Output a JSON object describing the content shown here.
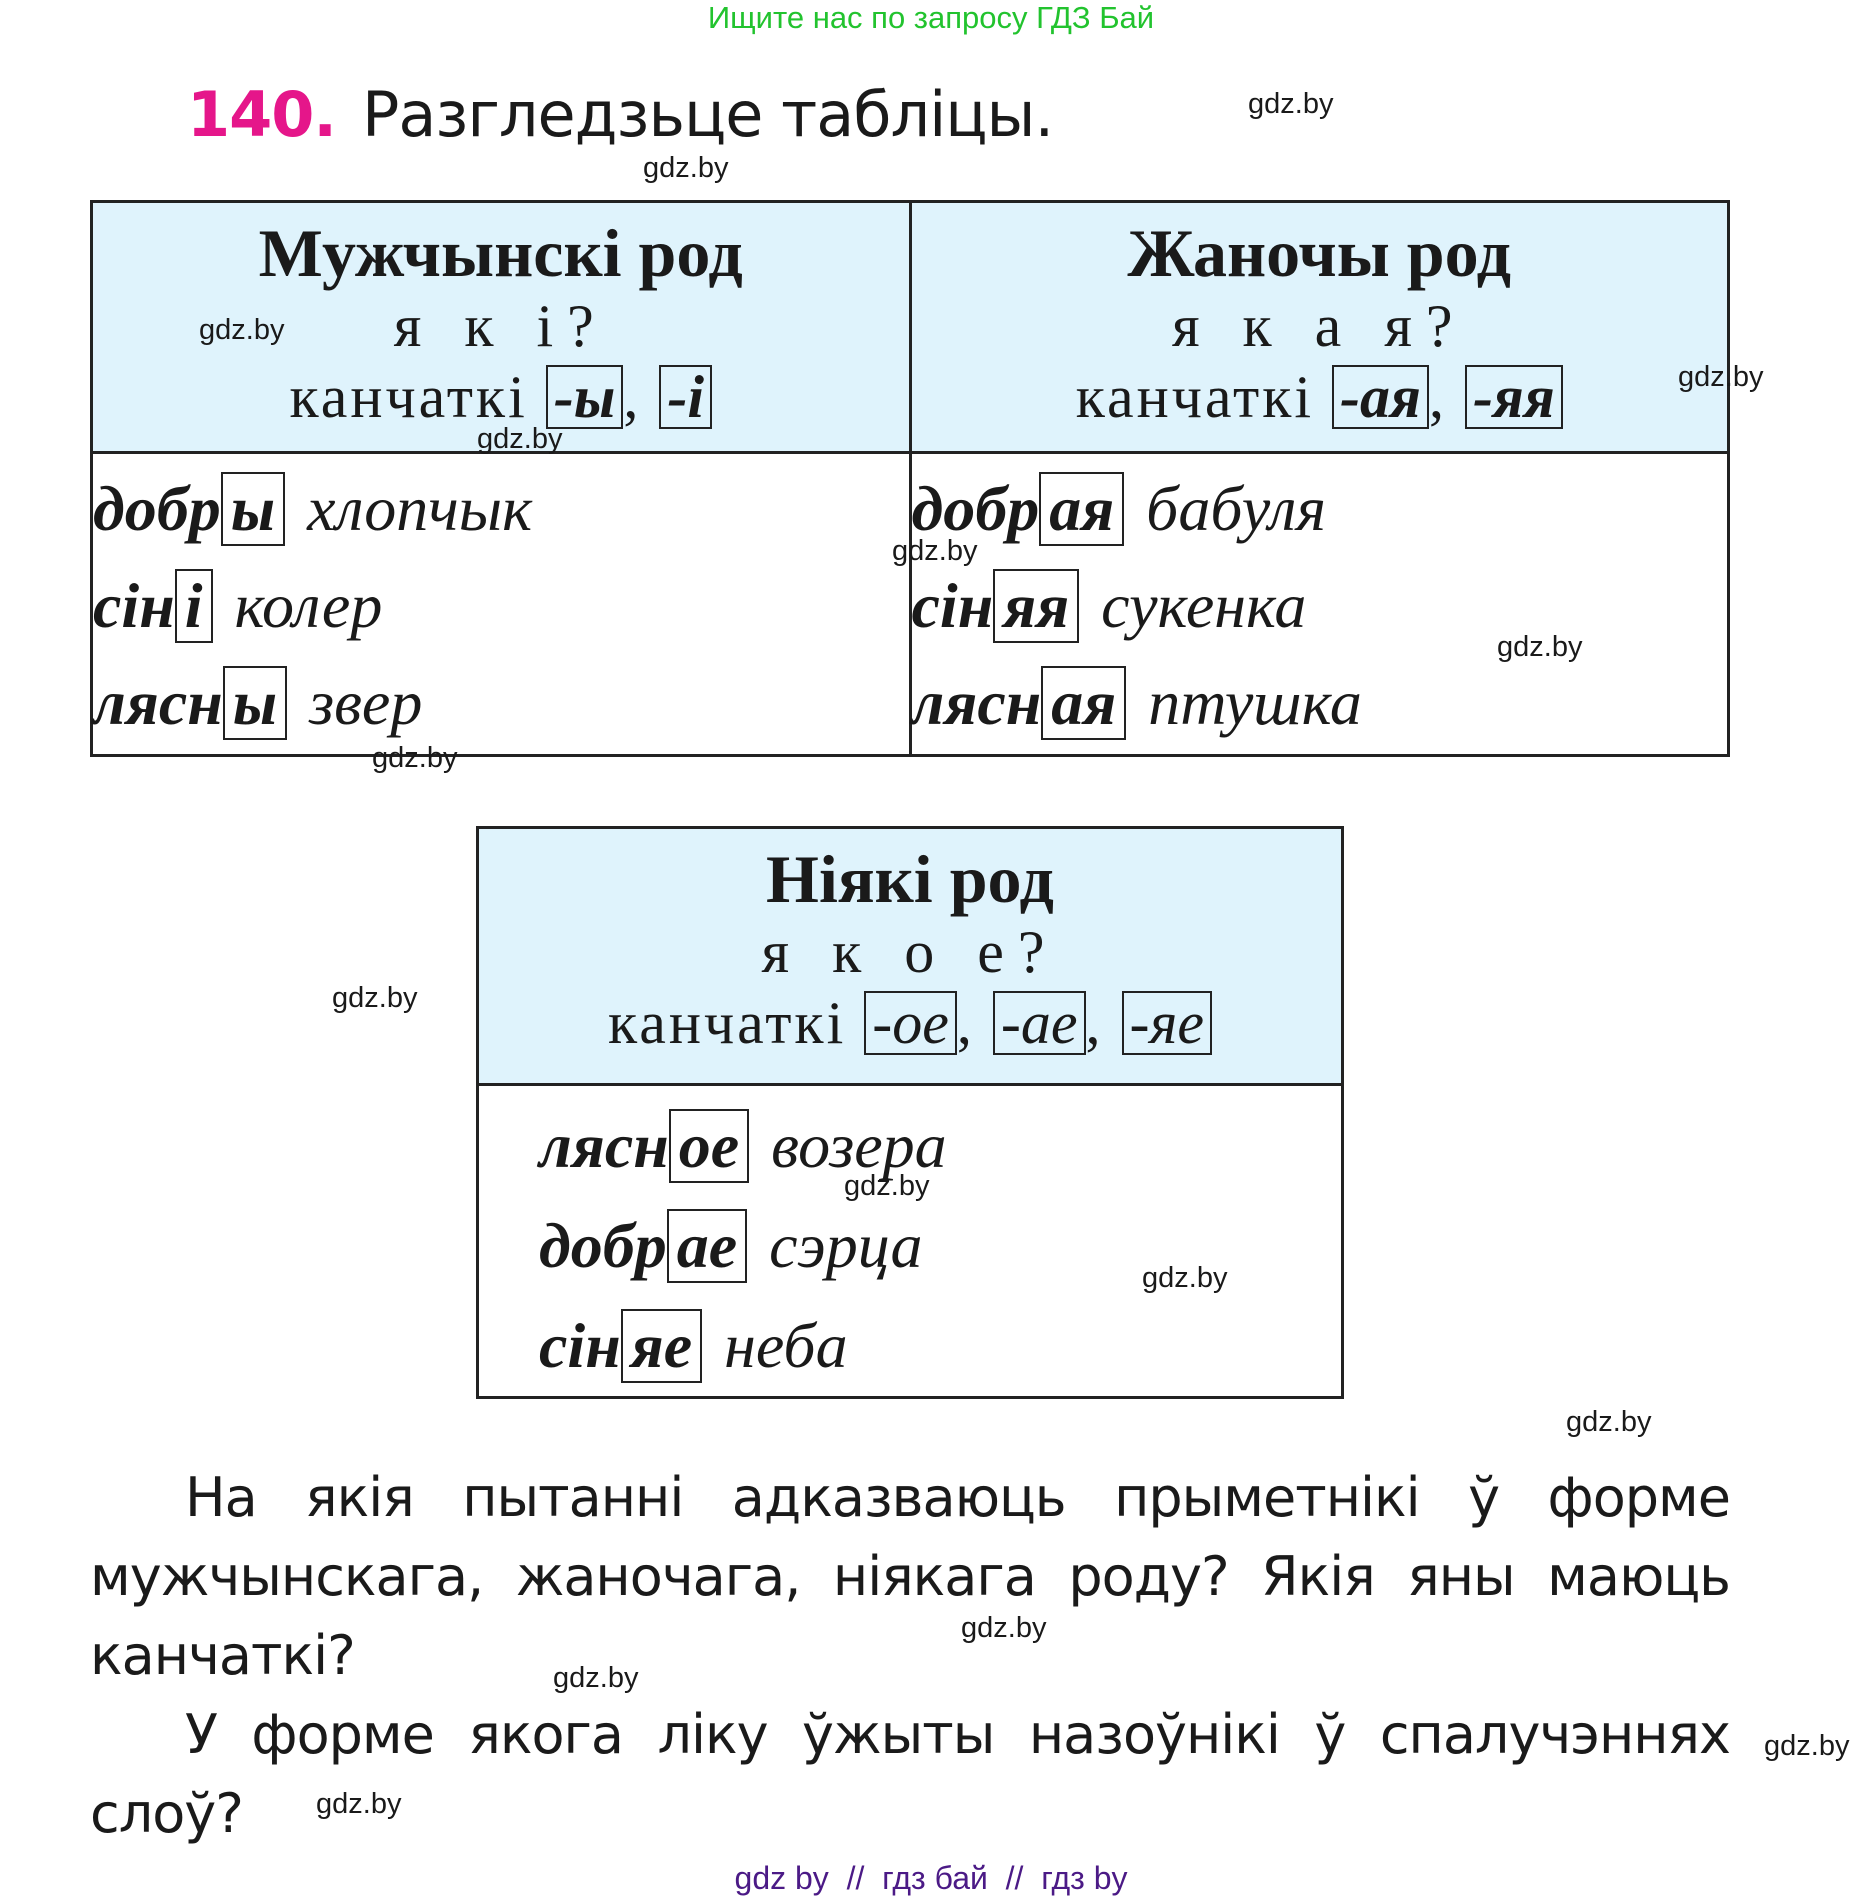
{
  "banner": "Ищите нас по запросу ГДЗ Бай",
  "exercise": {
    "number": "140.",
    "title": "Разгледзьце табліцы."
  },
  "tables": {
    "masculine": {
      "title": "Мужчынскі род",
      "question": "я к і?",
      "endings_label": "канчаткі",
      "endings": [
        "-ы",
        "-і"
      ],
      "rows": [
        {
          "stem": "добр",
          "ending": "ы",
          "noun": "хлопчык"
        },
        {
          "stem": "сін",
          "ending": "і",
          "noun": "колер"
        },
        {
          "stem": "лясн",
          "ending": "ы",
          "noun": "звер"
        }
      ]
    },
    "feminine": {
      "title": "Жаночы род",
      "question": "я к а я?",
      "endings_label": "канчаткі",
      "endings": [
        "-ая",
        "-яя"
      ],
      "rows": [
        {
          "stem": "добр",
          "ending": "ая",
          "noun": "бабуля"
        },
        {
          "stem": "сін",
          "ending": "яя",
          "noun": "сукенка"
        },
        {
          "stem": "лясн",
          "ending": "ая",
          "noun": "птушка"
        }
      ]
    },
    "neuter": {
      "title": "Ніякі род",
      "question": "я к о е?",
      "endings_label": "канчаткі",
      "endings": [
        "-ое",
        "-ае",
        "-яе"
      ],
      "rows": [
        {
          "stem": "лясн",
          "ending": "ое",
          "noun": "возера"
        },
        {
          "stem": "добр",
          "ending": "ае",
          "noun": "сэрца"
        },
        {
          "stem": "сін",
          "ending": "яе",
          "noun": "неба"
        }
      ]
    }
  },
  "questions": [
    "На якія пытанні адказваюць прыметнікі ў форме мужчынскага, жаночага, ніякага роду? Якія яны маюць канчаткі?",
    "У форме якога ліку ўжыты назоўнікі ў спалучэннях слоў?"
  ],
  "watermark": "gdz.by",
  "footer": "gdz by  //  гдз бай  //  гдз by",
  "colors": {
    "exercise_number": "#e5168a",
    "banner": "#22c32e",
    "header_bg": "#dff3fc",
    "footer": "#4b1a86"
  }
}
